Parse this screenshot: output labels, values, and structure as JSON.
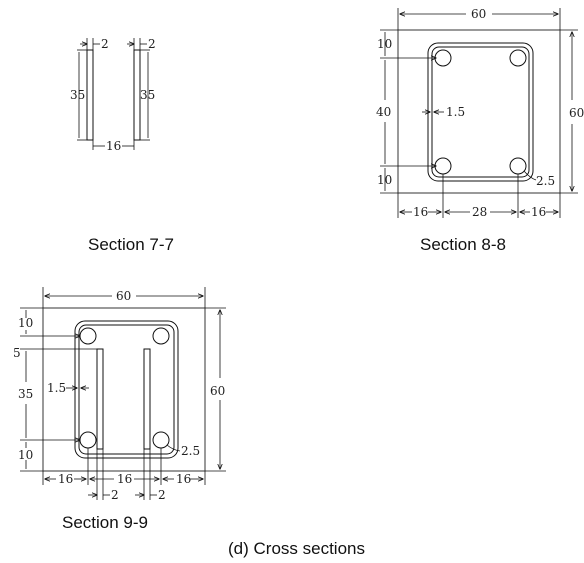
{
  "section77": {
    "caption": "Section 7-7",
    "dim_left_thickness": "2",
    "dim_right_thickness": "2",
    "dim_left_height": "35",
    "dim_right_height": "35",
    "dim_spacing": "16"
  },
  "section88": {
    "caption": "Section 8-8",
    "dim_width": "60",
    "dim_height": "60",
    "dim_top_cover": "10",
    "dim_middle": "40",
    "dim_bottom_cover": "10",
    "dim_stirrup": "1.5",
    "dim_bar": "2.5",
    "dim_left_cover": "16",
    "dim_bar_spacing": "28",
    "dim_right_cover": "16"
  },
  "section99": {
    "caption": "Section 9-9",
    "dim_width": "60",
    "dim_height": "60",
    "dim_top_cover": "10",
    "dim_plate_offset": "5",
    "dim_middle": "35",
    "dim_bottom_cover": "10",
    "dim_stirrup": "1.5",
    "dim_bar": "2.5",
    "dim_left": "16",
    "dim_center": "16",
    "dim_right": "16",
    "dim_plate_left": "2",
    "dim_plate_right": "2"
  },
  "figure_caption": "(d) Cross sections"
}
